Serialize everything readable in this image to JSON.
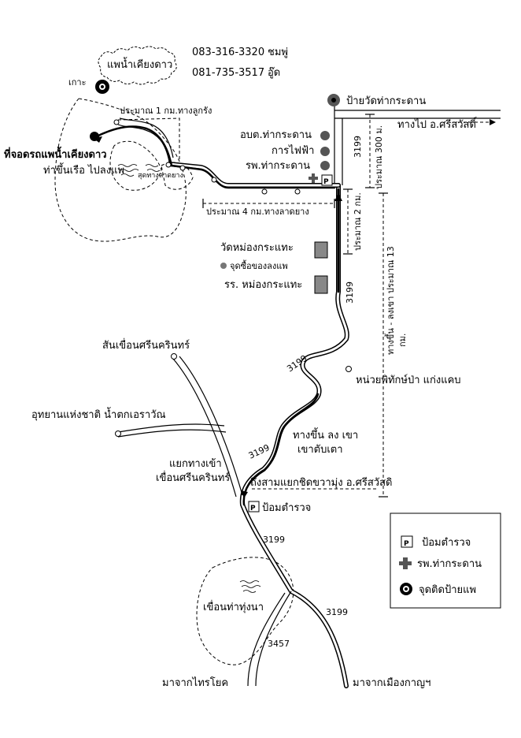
{
  "labels": {
    "raft_name": "แพน้ำเคียงดาว",
    "phone1": "083-316-3320",
    "contact1": "ชมพู่",
    "phone2": "081-735-3517",
    "contact2": "อู๊ด",
    "island": "เกาะ",
    "approx_1km": "ประมาณ 1 กม.ทางลูกรัง",
    "parking_line1": "ที่จอดรถแพน้ำเคียงดาว",
    "parking_line2": "ท่าขึ้นเรือ ไปลงแพ",
    "end_paved": "สุดทางลาดยาง",
    "temple_sign": "ป้ายวัดท่ากระดาน",
    "to_srisawat": "ทางไป อ.ศรีสวัสดิ์",
    "tambon_office": "อบต.ท่ากระดาน",
    "power_office": "การไฟฟ้า",
    "hospital": "รพ.ท่ากระดาน",
    "approx_300m": "ประมาณ 300 ม.",
    "approx_4km": "ประมาณ 4 กม.ทางลาดยาง",
    "approx_2km": "ประมาณ 2 กม.",
    "wat_mong": "วัดหม่องกระแทะ",
    "buy_point": "จุดซื้อของลงแพ",
    "school_mong": "รร. หม่องกระแทะ",
    "route_up_down": "ทางขึ้น - ลงเขา ประมาณ 13",
    "km_unit": "กม.",
    "dam_ridge": "สันเขื่อนศรีนครินทร์",
    "forest_unit": "หน่วยพิทักษ์ป่า แก่งแคบ",
    "national_park": "อุทยานแห่งชาติ น้ำตกเอราวัณ",
    "mountain_line1": "ทางขึ้น ลง เขา",
    "mountain_line2": "เขาตับเตา",
    "junction_line1": "แยกทางเข้า",
    "junction_line2": "เขื่อนศรีนครินทร์",
    "t_junction": "ถึงสามแยกชิดขวามุ่ง อ.ศรีสวัสดิ",
    "police_box": "ป้อมตำรวจ",
    "dam_thathungna": "เขื่อนท่าทุ่งนา",
    "from_saiyok": "มาจากไทรโยค",
    "from_kanchanaburi": "มาจากเมืองกาญฯ",
    "road_3199": "3199",
    "road_3457": "3457"
  },
  "legend": {
    "police": "ป้อมตำรวจ",
    "hospital": "รพ.ท่ากระดาน",
    "raft_sign": "จุดติดป้ายแพ",
    "police_icon": "police-box-icon",
    "hospital_icon": "hospital-cross-icon",
    "sign_icon": "bullseye-icon"
  }
}
